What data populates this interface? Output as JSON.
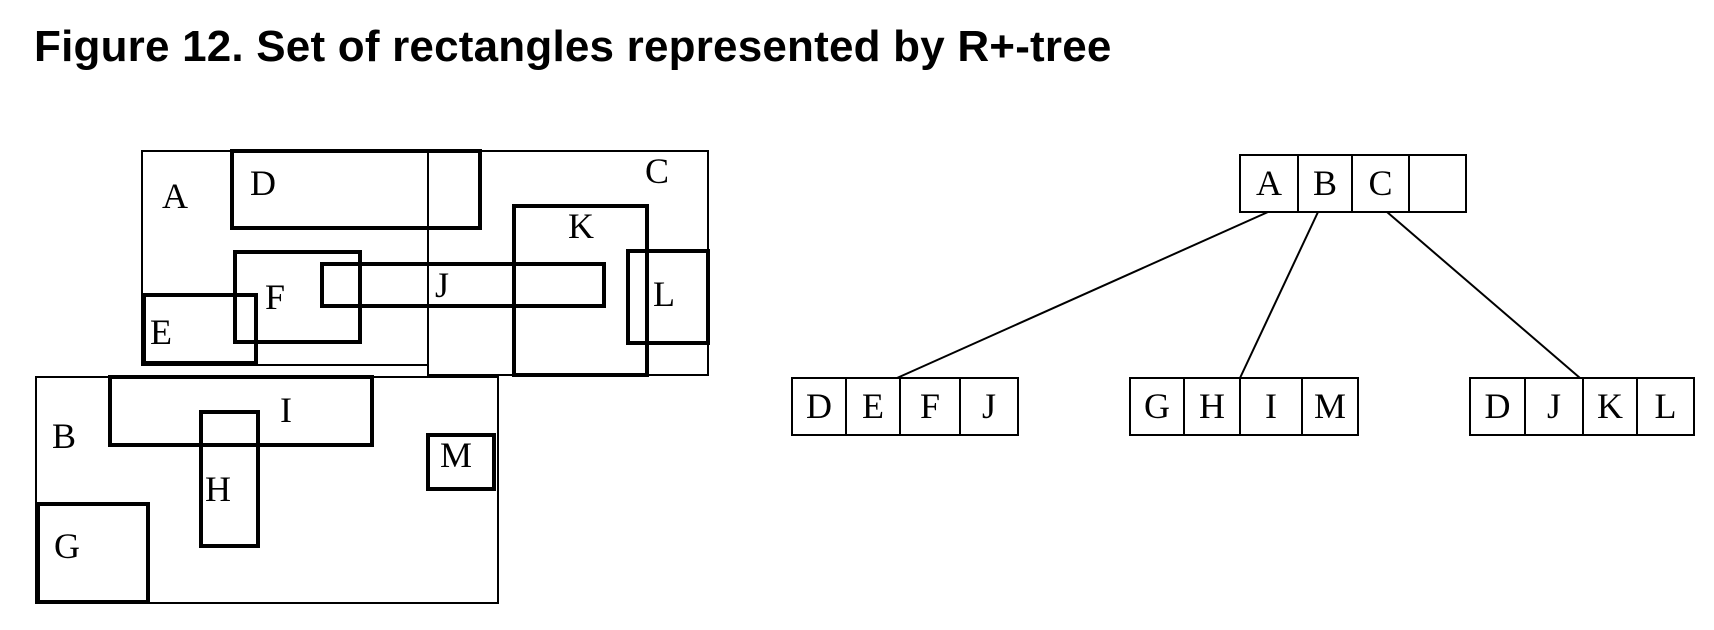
{
  "title": "Figure 12.  Set of rectangles represented by R+-tree",
  "colors": {
    "ink": "#000000",
    "background": "#ffffff"
  },
  "rectangles": [
    {
      "id": "A",
      "label": "A",
      "kind": "region"
    },
    {
      "id": "B",
      "label": "B",
      "kind": "region"
    },
    {
      "id": "C",
      "label": "C",
      "kind": "region"
    },
    {
      "id": "D",
      "label": "D",
      "kind": "object"
    },
    {
      "id": "E",
      "label": "E",
      "kind": "object"
    },
    {
      "id": "F",
      "label": "F",
      "kind": "object"
    },
    {
      "id": "G",
      "label": "G",
      "kind": "object"
    },
    {
      "id": "H",
      "label": "H",
      "kind": "object"
    },
    {
      "id": "I",
      "label": "I",
      "kind": "object"
    },
    {
      "id": "J",
      "label": "J",
      "kind": "object"
    },
    {
      "id": "K",
      "label": "K",
      "kind": "object"
    },
    {
      "id": "L",
      "label": "L",
      "kind": "object"
    },
    {
      "id": "M",
      "label": "M",
      "kind": "object"
    }
  ],
  "tree": {
    "root": {
      "entries": [
        "A",
        "B",
        "C",
        ""
      ]
    },
    "children": [
      {
        "parent_entry": "A",
        "entries": [
          "D",
          "E",
          "F",
          "J"
        ]
      },
      {
        "parent_entry": "B",
        "entries": [
          "G",
          "H",
          "I",
          "M"
        ]
      },
      {
        "parent_entry": "C",
        "entries": [
          "D",
          "J",
          "K",
          "L"
        ]
      }
    ]
  }
}
